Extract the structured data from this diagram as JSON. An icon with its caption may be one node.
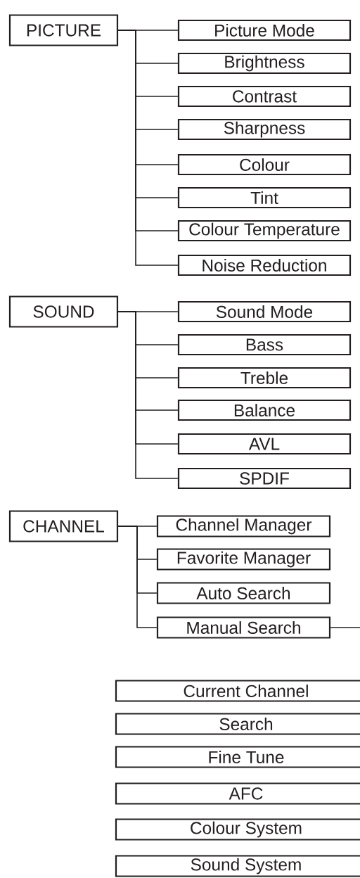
{
  "diagram": {
    "nodes": [
      {
        "text": [
          "PICTURE"
        ]
      },
      {
        "text": [
          "Picture Mode"
        ]
      },
      {
        "text": [
          "Brightness"
        ]
      },
      {
        "text": [
          "Contrast"
        ]
      },
      {
        "text": [
          "Sharpness"
        ]
      },
      {
        "text": [
          "Colour"
        ]
      },
      {
        "text": [
          "Tint"
        ]
      },
      {
        "text": [
          "Colour Temperature"
        ]
      },
      {
        "text": [
          "Noise Reduction"
        ]
      },
      {
        "text": [
          "SOUND"
        ]
      },
      {
        "text": [
          "Sound Mode"
        ]
      },
      {
        "text": [
          "Bass"
        ]
      },
      {
        "text": [
          "Treble"
        ]
      },
      {
        "text": [
          "Balance"
        ]
      },
      {
        "text": [
          "AVL"
        ]
      },
      {
        "text": [
          "SPDIF"
        ]
      },
      {
        "text": [
          "CHANNEL"
        ]
      },
      {
        "text": [
          "Channel Manager"
        ]
      },
      {
        "text": [
          "Favorite Manager"
        ]
      },
      {
        "text": [
          "Auto Search"
        ]
      },
      {
        "text": [
          "Manual Search"
        ]
      },
      {
        "text": [
          "Current Channel"
        ]
      },
      {
        "text": [
          "Search"
        ]
      },
      {
        "text": [
          "Fine Tune"
        ]
      },
      {
        "text": [
          "AFC"
        ]
      },
      {
        "text": [
          "Colour System"
        ]
      },
      {
        "text": [
          "Sound System"
        ]
      }
    ],
    "edges": [
      {
        "from": 0,
        "to": 1,
        "arrow": "none"
      },
      {
        "from": 0,
        "to": 2,
        "arrow": "none"
      },
      {
        "from": 0,
        "to": 3,
        "arrow": "none"
      },
      {
        "from": 0,
        "to": 4,
        "arrow": "none"
      },
      {
        "from": 0,
        "to": 5,
        "arrow": "none"
      },
      {
        "from": 0,
        "to": 6,
        "arrow": "none"
      },
      {
        "from": 0,
        "to": 7,
        "arrow": "none"
      },
      {
        "from": 0,
        "to": 8,
        "arrow": "none"
      },
      {
        "from": 9,
        "to": 10,
        "arrow": "none"
      },
      {
        "from": 9,
        "to": 11,
        "arrow": "none"
      },
      {
        "from": 9,
        "to": 12,
        "arrow": "none"
      },
      {
        "from": 9,
        "to": 13,
        "arrow": "none"
      },
      {
        "from": 9,
        "to": 14,
        "arrow": "none"
      },
      {
        "from": 9,
        "to": 15,
        "arrow": "none"
      },
      {
        "from": 16,
        "to": 17,
        "arrow": "none"
      },
      {
        "from": 16,
        "to": 18,
        "arrow": "none"
      },
      {
        "from": 16,
        "to": 19,
        "arrow": "none"
      },
      {
        "from": 16,
        "to": 20,
        "arrow": "none"
      },
      {
        "from": 20,
        "to": null,
        "arrow": "none"
      }
    ]
  }
}
